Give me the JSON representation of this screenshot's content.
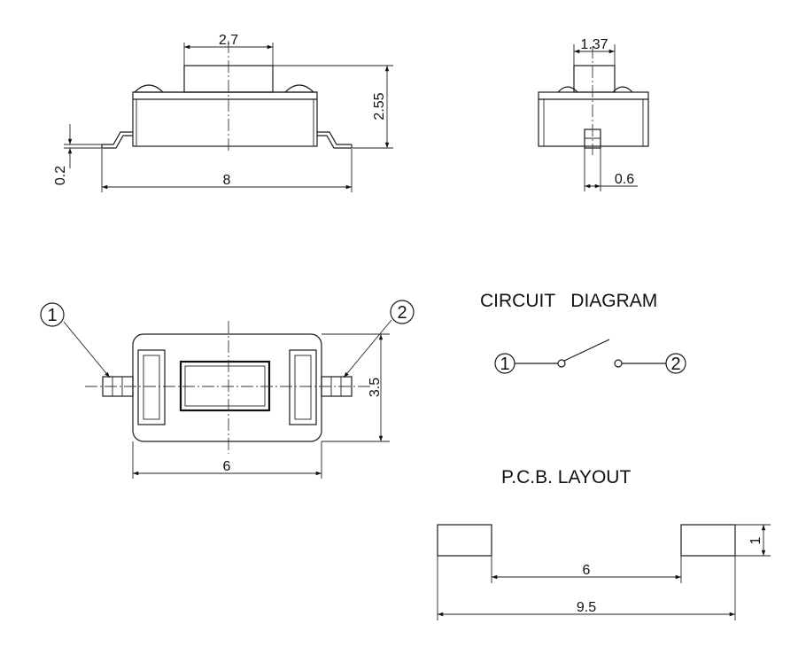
{
  "dimensions": {
    "top_width": "2.7",
    "height": "2.55",
    "lead_thickness": "0.2",
    "overall_length": "8",
    "side_width": "1.37",
    "pin_width": "0.6",
    "body_width": "6",
    "body_depth": "3.5",
    "pad_spacing": "6",
    "pad_span": "9.5",
    "pad_height": "1"
  },
  "pins": {
    "pin1": "1",
    "pin2": "2"
  },
  "circuit_diagram": {
    "title": "CIRCUIT   DIAGRAM",
    "pin1": "1",
    "pin2": "2"
  },
  "pcb_layout": {
    "title": "P.C.B. LAYOUT"
  }
}
